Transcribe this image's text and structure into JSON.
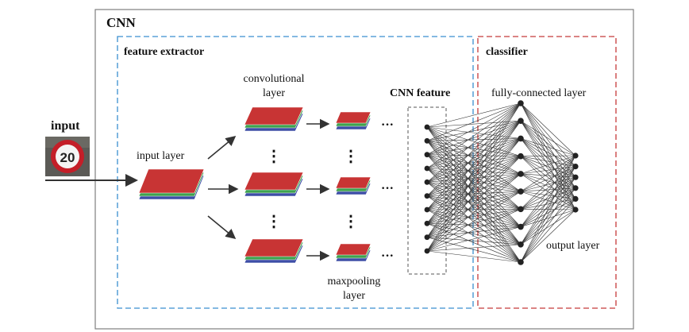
{
  "diagram": {
    "title": "CNN",
    "input_label": "input",
    "sign_value": "20",
    "feature_extractor": {
      "title": "feature extractor",
      "input_layer_label": "input layer",
      "conv_label_line1": "convolutional",
      "conv_label_line2": "layer",
      "pool_label_line1": "maxpooling",
      "pool_label_line2": "layer",
      "ellipsis_h": "···",
      "ellipsis_v": "⋮"
    },
    "cnn_feature_label": "CNN feature",
    "classifier": {
      "title": "classifier",
      "fc_label": "fully-connected layer",
      "output_label": "output layer"
    },
    "colors": {
      "frame": "#7f7f7f",
      "extractor_border": "#3a8fd0",
      "classifier_border": "#c53a3a",
      "layer_red": "#c83434",
      "layer_green": "#3fa24f",
      "layer_blue": "#3d4ea6",
      "arrow": "#333333"
    },
    "network": {
      "feature_nodes": 10,
      "fc_nodes": 10,
      "output_nodes": 6
    }
  }
}
